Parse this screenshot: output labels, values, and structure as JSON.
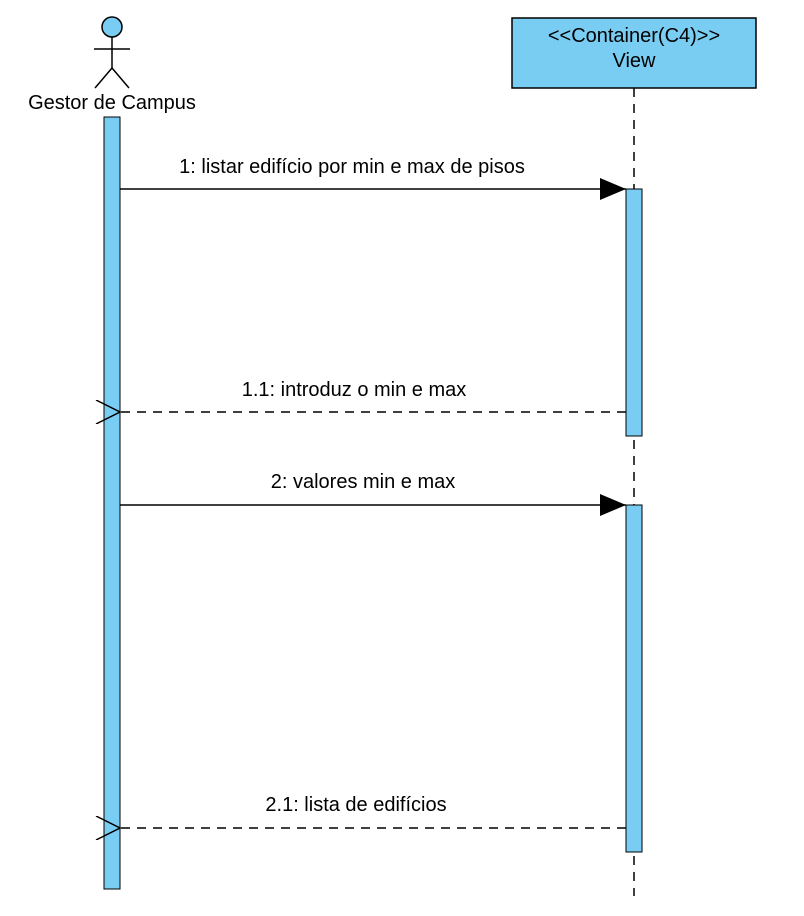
{
  "participants": {
    "actor": {
      "name": "Gestor de Campus"
    },
    "container": {
      "stereotype": "<<Container(C4)>>",
      "name": "View"
    }
  },
  "messages": [
    {
      "label": "1: listar edifício por min e max de pisos",
      "kind": "sync"
    },
    {
      "label": "1.1: introduz o min e max",
      "kind": "return"
    },
    {
      "label": "2: valores min e max",
      "kind": "sync"
    },
    {
      "label": "2.1: lista de edifícios",
      "kind": "return"
    }
  ],
  "colors": {
    "participant_fill": "#7ACDF2",
    "activation_fill": "#7ACDF2",
    "stroke": "#000000"
  }
}
